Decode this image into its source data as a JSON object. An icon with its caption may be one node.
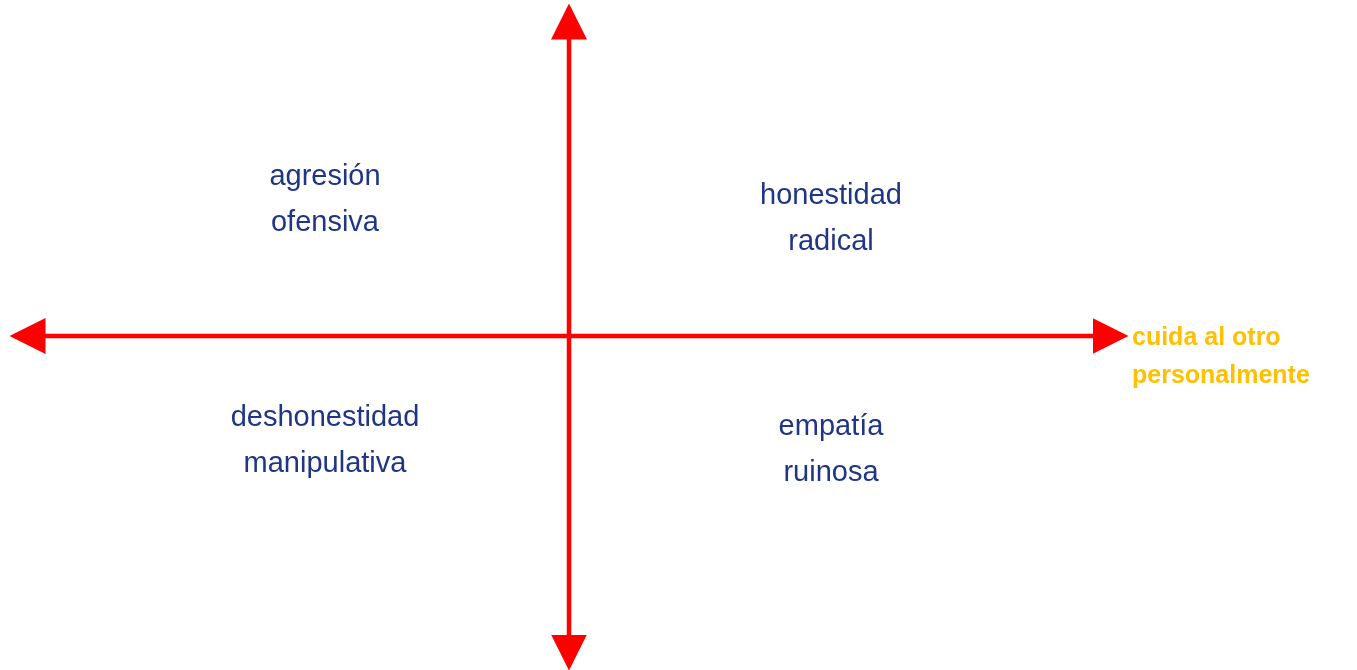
{
  "diagram": {
    "labels": [
      "agresión ofensiva",
      "honestidad radical",
      "cuida al otro personalmente",
      "deshonestidad manipulativa",
      "empatía ruinosa"
    ]
  }
}
